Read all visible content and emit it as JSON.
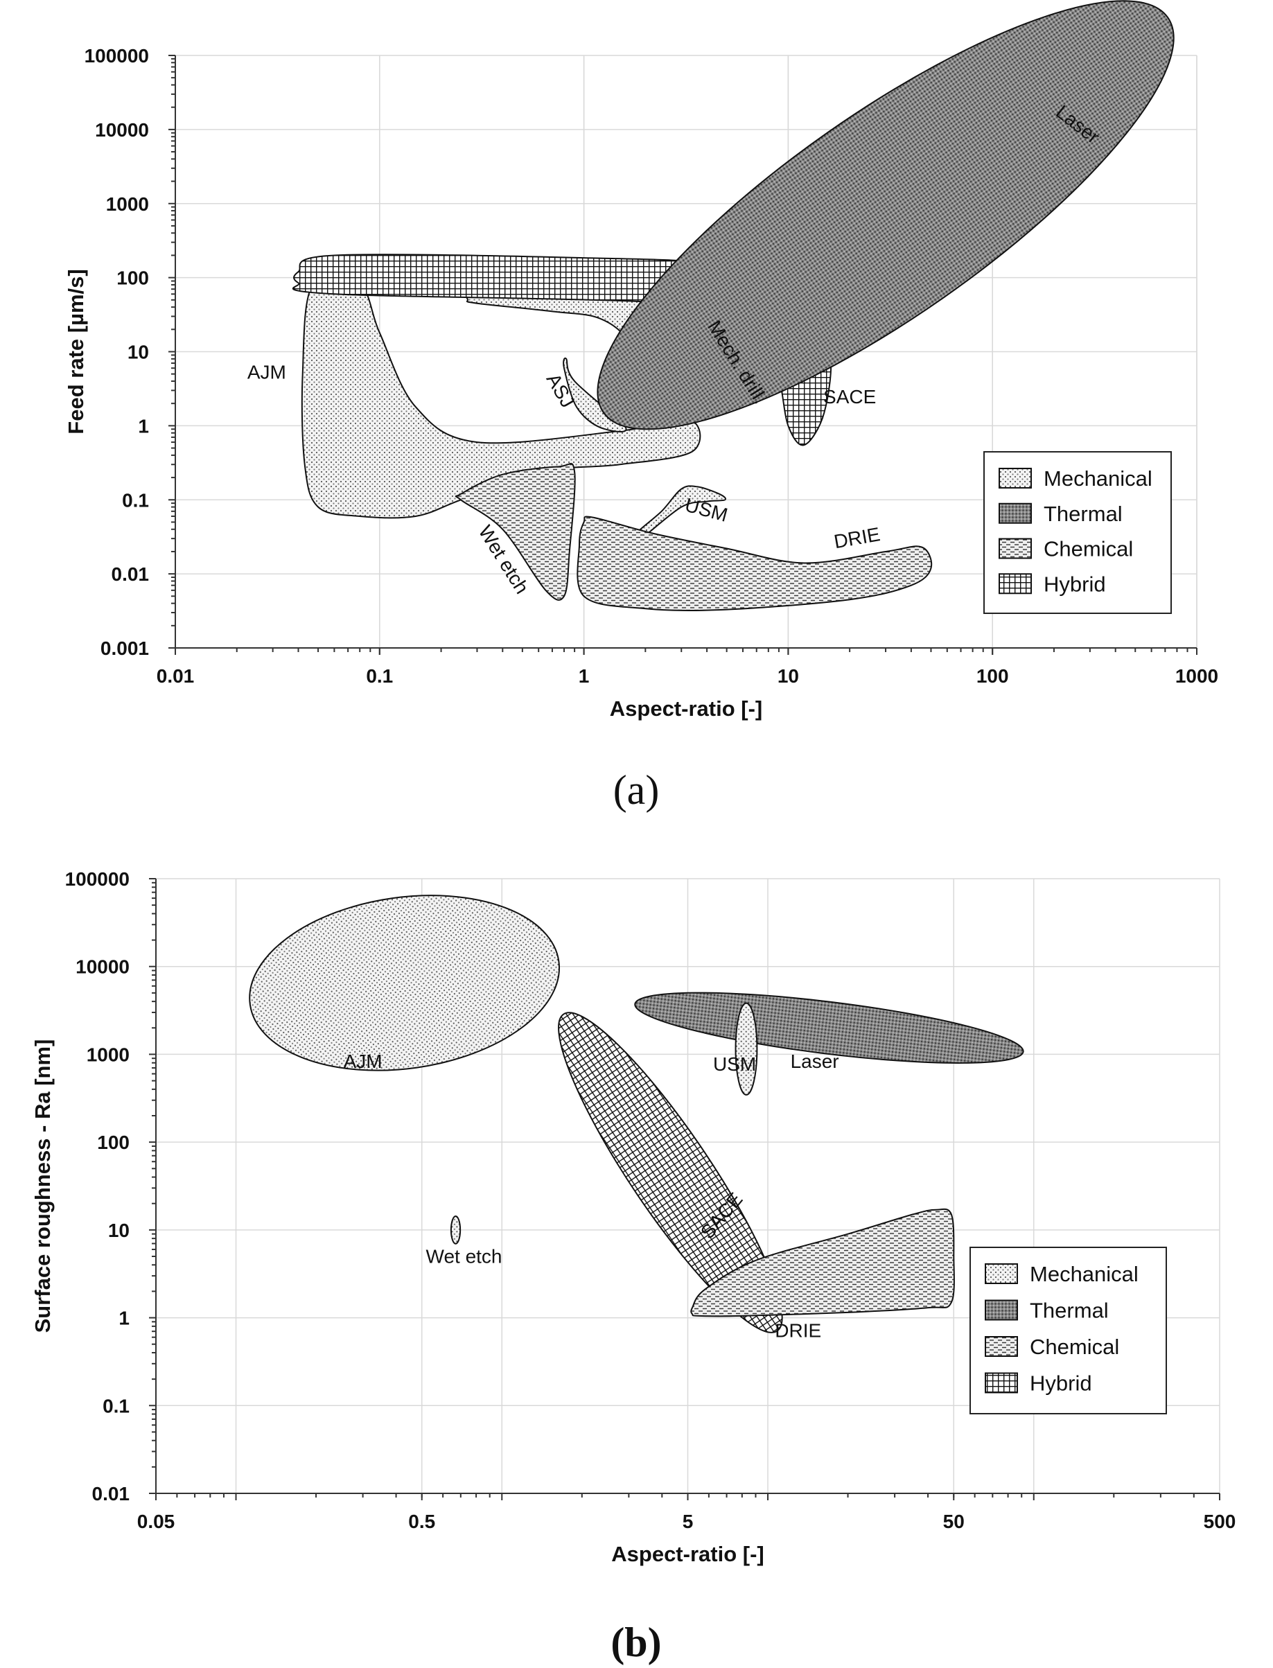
{
  "legend_categories": [
    "Mechanical",
    "Thermal",
    "Chemical",
    "Hybrid"
  ],
  "category_patterns": {
    "Mechanical": "dots",
    "Thermal": "dense-dark-dots",
    "Chemical": "dashes",
    "Hybrid": "grid"
  },
  "colors": {
    "outline": "#111111",
    "grid": "#d9d9d9",
    "background": "#ffffff"
  },
  "panel_labels": [
    "(a)",
    "(b)"
  ],
  "chart_data": [
    {
      "type": "region",
      "panel": "(a)",
      "title": "",
      "xlabel": "Aspect-ratio [-]",
      "ylabel": "Feed rate [µm/s]",
      "x_scale": "log",
      "y_scale": "log",
      "xlim": [
        0.01,
        1000
      ],
      "ylim": [
        0.001,
        100000
      ],
      "x_ticks": [
        0.01,
        0.1,
        1,
        10,
        100,
        1000
      ],
      "x_tick_labels": [
        "0.01",
        "0.1",
        "1",
        "10",
        "100",
        "1000"
      ],
      "y_ticks": [
        0.001,
        0.01,
        0.1,
        1,
        10,
        100,
        1000,
        10000,
        100000
      ],
      "y_tick_labels": [
        "0.001",
        "0.01",
        "0.1",
        "1",
        "10",
        "100",
        "1000",
        "10000",
        "100000"
      ],
      "grid": true,
      "legend_position": "lower-right",
      "regions": [
        {
          "name": "Mech. drill.",
          "category": "Mechanical",
          "label": "Mech. drill.",
          "label_at": [
            5.3,
            6.5
          ],
          "label_rotation": 58,
          "points": [
            [
              0.27,
              50
            ],
            [
              0.3,
              65
            ],
            [
              0.8,
              70
            ],
            [
              1.8,
              60
            ],
            [
              2.8,
              35
            ],
            [
              4.2,
              12
            ],
            [
              4.7,
              5
            ],
            [
              3.6,
              1.7
            ],
            [
              2.4,
              2.6
            ],
            [
              1.7,
              13
            ],
            [
              1.2,
              28
            ],
            [
              0.7,
              35
            ],
            [
              0.3,
              45
            ]
          ]
        },
        {
          "name": "AJM",
          "category": "Mechanical",
          "label": "AJM",
          "label_at": [
            0.028,
            4.3
          ],
          "label_rotation": 0,
          "points": [
            [
              0.047,
              80
            ],
            [
              0.08,
              80
            ],
            [
              0.1,
              18
            ],
            [
              0.15,
              1.8
            ],
            [
              0.3,
              0.6
            ],
            [
              1.5,
              0.85
            ],
            [
              3.3,
              1.2
            ],
            [
              3.4,
              0.45
            ],
            [
              1.5,
              0.3
            ],
            [
              0.6,
              0.24
            ],
            [
              0.25,
              0.1
            ],
            [
              0.15,
              0.06
            ],
            [
              0.08,
              0.06
            ],
            [
              0.05,
              0.08
            ],
            [
              0.043,
              0.3
            ],
            [
              0.042,
              5
            ]
          ]
        },
        {
          "name": "ASJ",
          "category": "Mechanical",
          "label": "ASJ",
          "label_at": [
            0.72,
            2.7
          ],
          "label_rotation": 60,
          "points": [
            [
              0.82,
              8
            ],
            [
              0.9,
              4
            ],
            [
              1.6,
              0.95
            ],
            [
              1.2,
              0.95
            ],
            [
              0.92,
              1.8
            ],
            [
              0.8,
              6
            ]
          ]
        },
        {
          "name": "USM",
          "category": "Mechanical",
          "label": "USM",
          "label_at": [
            3.9,
            0.06
          ],
          "label_rotation": 15,
          "points": [
            [
              1.8,
              0.035
            ],
            [
              2.4,
              0.07
            ],
            [
              3.0,
              0.14
            ],
            [
              3.6,
              0.15
            ],
            [
              4.6,
              0.12
            ],
            [
              4.9,
              0.1
            ],
            [
              4.0,
              0.095
            ],
            [
              3.0,
              0.08
            ],
            [
              1.9,
              0.03
            ]
          ]
        },
        {
          "name": "Wet etch",
          "category": "Chemical",
          "label": "Wet etch",
          "label_at": [
            0.38,
            0.014
          ],
          "label_rotation": 58,
          "points": [
            [
              0.25,
              0.12
            ],
            [
              0.4,
              0.22
            ],
            [
              0.75,
              0.28
            ],
            [
              0.9,
              0.24
            ],
            [
              0.85,
              0.02
            ],
            [
              0.8,
              0.005
            ],
            [
              0.65,
              0.006
            ],
            [
              0.4,
              0.04
            ],
            [
              0.25,
              0.1
            ]
          ]
        },
        {
          "name": "DRIE",
          "category": "Chemical",
          "label": "DRIE",
          "label_at": [
            22,
            0.025
          ],
          "label_rotation": -10,
          "points": [
            [
              1.0,
              0.05
            ],
            [
              1.1,
              0.058
            ],
            [
              2.2,
              0.035
            ],
            [
              5.0,
              0.022
            ],
            [
              12,
              0.014
            ],
            [
              30,
              0.02
            ],
            [
              45,
              0.023
            ],
            [
              50,
              0.012
            ],
            [
              40,
              0.007
            ],
            [
              20,
              0.0045
            ],
            [
              5,
              0.0033
            ],
            [
              2,
              0.0034
            ],
            [
              1.0,
              0.005
            ],
            [
              0.95,
              0.025
            ]
          ]
        },
        {
          "name": "SACE",
          "category": "Hybrid",
          "label": "SACE",
          "label_at": [
            20,
            2.0
          ],
          "label_rotation": 0,
          "points": [
            [
              0.04,
              120
            ],
            [
              0.06,
              200
            ],
            [
              1,
              185
            ],
            [
              4.5,
              150
            ],
            [
              7.5,
              70
            ],
            [
              12,
              30
            ],
            [
              16,
              10
            ],
            [
              15,
              1.5
            ],
            [
              12,
              0.55
            ],
            [
              10,
              1.0
            ],
            [
              9,
              4.5
            ],
            [
              7.5,
              14
            ],
            [
              4,
              42
            ],
            [
              0.06,
              60
            ],
            [
              0.04,
              85
            ]
          ]
        },
        {
          "name": "Laser",
          "category": "Thermal",
          "label": "Laser",
          "label_at": [
            250,
            10000
          ],
          "label_rotation": 38,
          "ellipse": true,
          "center": [
            30,
            700
          ],
          "semi_major_axis_decades": 2.8,
          "semi_minor_axis_decades": 0.82,
          "angle_deg": -35
        }
      ]
    },
    {
      "type": "region",
      "panel": "(b)",
      "title": "",
      "xlabel": "Aspect-ratio [-]",
      "ylabel": "Surface roughness - Ra [nm]",
      "x_scale": "log",
      "y_scale": "log",
      "xlim": [
        0.05,
        500
      ],
      "ylim": [
        0.01,
        100000
      ],
      "x_ticks": [
        0.05,
        0.5,
        5,
        50,
        500
      ],
      "x_tick_labels": [
        "0.05",
        "0.5",
        "5",
        "50",
        "500"
      ],
      "y_ticks": [
        0.01,
        0.1,
        1,
        10,
        100,
        1000,
        10000,
        100000
      ],
      "y_tick_labels": [
        "0.01",
        "0.1",
        "1",
        "10",
        "100",
        "1000",
        "10000",
        "100000"
      ],
      "grid": true,
      "legend_position": "lower-right",
      "regions": [
        {
          "name": "AJM",
          "category": "Mechanical",
          "label": "AJM",
          "label_at": [
            0.3,
            700
          ],
          "label_rotation": 0,
          "ellipse": true,
          "center": [
            0.43,
            6500
          ],
          "semi_major_axis_decades": 1.02,
          "semi_minor_axis_decades": 0.56,
          "angle_deg": -8
        },
        {
          "name": "Wet etch",
          "category": "Mechanical",
          "label": "Wet etch",
          "label_at": [
            0.72,
            4.2
          ],
          "label_rotation": 0,
          "ellipse": true,
          "center": [
            0.67,
            10
          ],
          "semi_major_axis_decades": 0.09,
          "semi_minor_axis_decades": 0.03,
          "angle_deg": 90
        },
        {
          "name": "Laser",
          "category": "Thermal",
          "label": "Laser",
          "label_at": [
            15,
            700
          ],
          "label_rotation": 0,
          "ellipse": true,
          "center": [
            17,
            2000
          ],
          "semi_major_axis_decades": 1.28,
          "semi_minor_axis_decades": 0.17,
          "angle_deg": 7
        },
        {
          "name": "USM",
          "category": "Mechanical",
          "label": "USM",
          "label_at": [
            7.5,
            650
          ],
          "label_rotation": 0,
          "ellipse": true,
          "center": [
            8.3,
            1150
          ],
          "semi_major_axis_decades": 0.3,
          "semi_minor_axis_decades": 0.07,
          "angle_deg": 90
        },
        {
          "name": "SACE",
          "category": "Hybrid",
          "label": "SACE",
          "label_at": [
            7,
            13
          ],
          "label_rotation": -50,
          "ellipse": true,
          "center": [
            4.3,
            45
          ],
          "semi_major_axis_decades": 1.25,
          "semi_minor_axis_decades": 0.26,
          "angle_deg": 56
        },
        {
          "name": "DRIE",
          "category": "Chemical",
          "label": "DRIE",
          "label_at": [
            13,
            0.6
          ],
          "label_rotation": 0,
          "points": [
            [
              5.2,
              1.3
            ],
            [
              5.8,
              2.1
            ],
            [
              9,
              4.5
            ],
            [
              20,
              9
            ],
            [
              35,
              15
            ],
            [
              43,
              17
            ],
            [
              49,
              15
            ],
            [
              50,
              5
            ],
            [
              49,
              1.5
            ],
            [
              40,
              1.3
            ],
            [
              20,
              1.15
            ],
            [
              8,
              1.05
            ],
            [
              5.5,
              1.05
            ],
            [
              5.2,
              1.1
            ]
          ]
        }
      ]
    }
  ]
}
